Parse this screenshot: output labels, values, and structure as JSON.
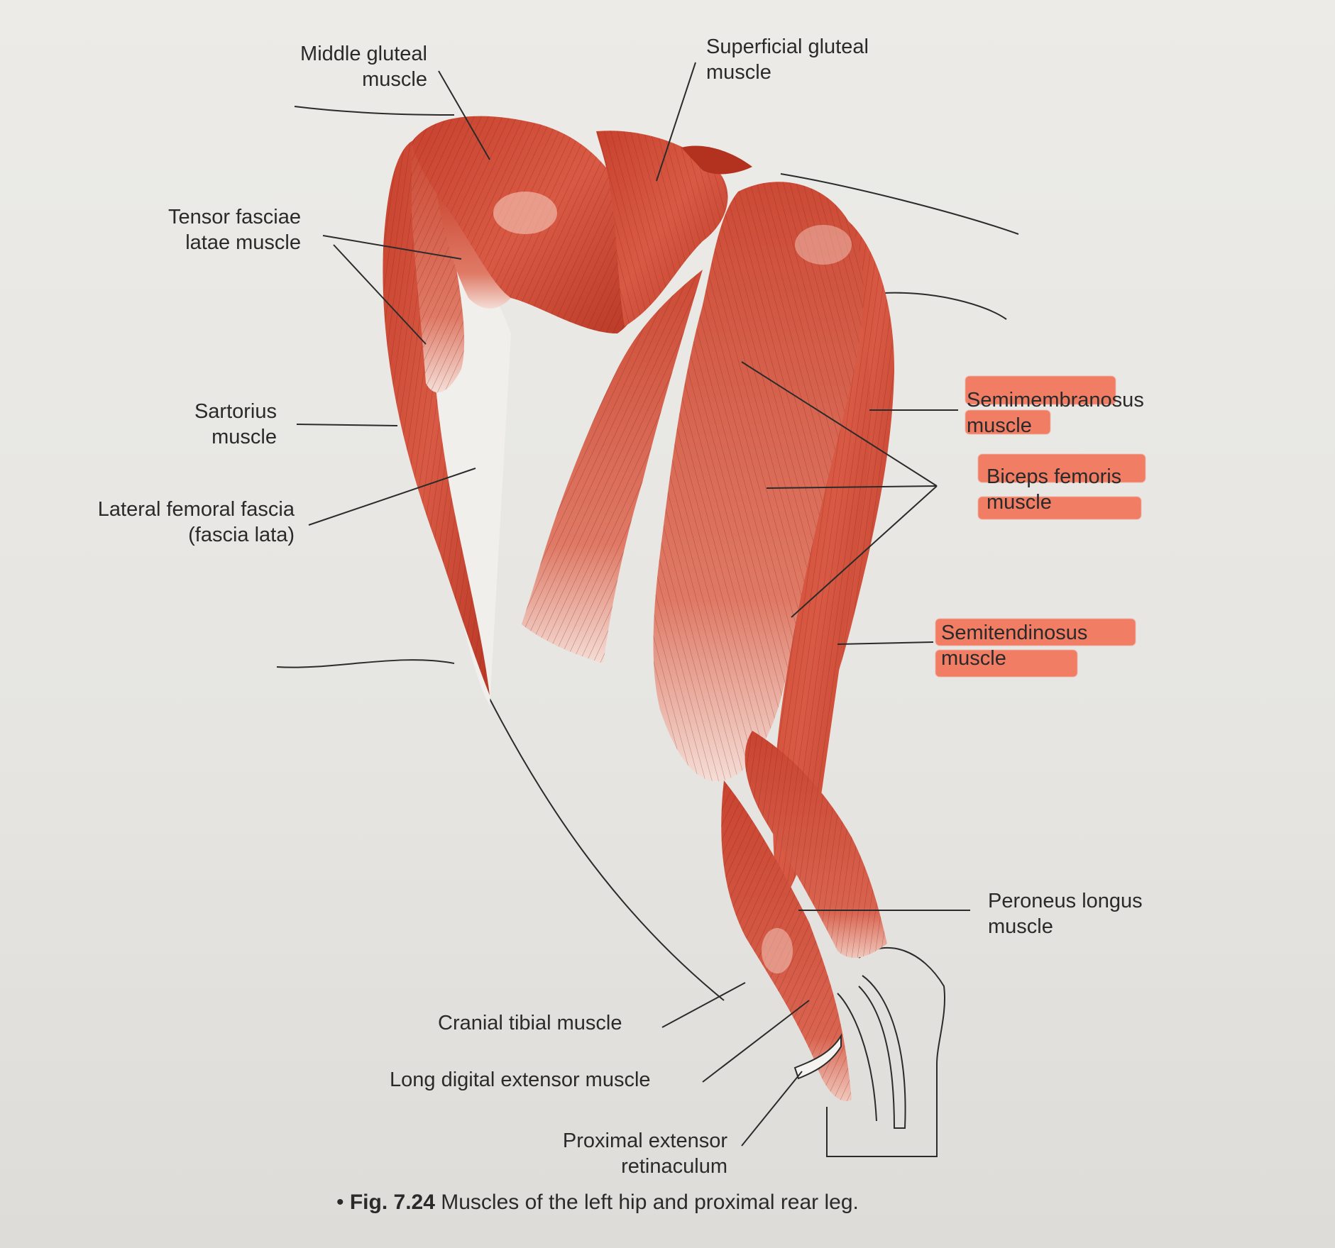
{
  "labels": {
    "middle_gluteal": [
      "Middle gluteal",
      "muscle"
    ],
    "superficial_gluteal": [
      "Superficial gluteal",
      "muscle"
    ],
    "tensor_fasciae_latae": [
      "Tensor fasciae",
      "latae muscle"
    ],
    "sartorius": [
      "Sartorius",
      "muscle"
    ],
    "lateral_femoral_fascia": [
      "Lateral femoral fascia",
      "(fascia lata)"
    ],
    "semimembranosus": [
      "Semimembranosus",
      "muscle"
    ],
    "biceps_femoris": [
      "Biceps femoris",
      "muscle"
    ],
    "semitendinosus": [
      "Semitendinosus",
      "muscle"
    ],
    "peroneus_longus": [
      "Peroneus longus",
      "muscle"
    ],
    "cranial_tibial": "Cranial tibial muscle",
    "long_digital_extensor": "Long digital extensor muscle",
    "proximal_extensor_retinaculum": [
      "Proximal extensor",
      "retinaculum"
    ]
  },
  "caption": {
    "bullet": "•",
    "figure": "Fig. 7.24",
    "text": "Muscles of the left hip and proximal rear leg."
  },
  "colors": {
    "muscle": "#c7422e",
    "highlighter": "#f36b4f",
    "page": "#e9e8e4"
  }
}
